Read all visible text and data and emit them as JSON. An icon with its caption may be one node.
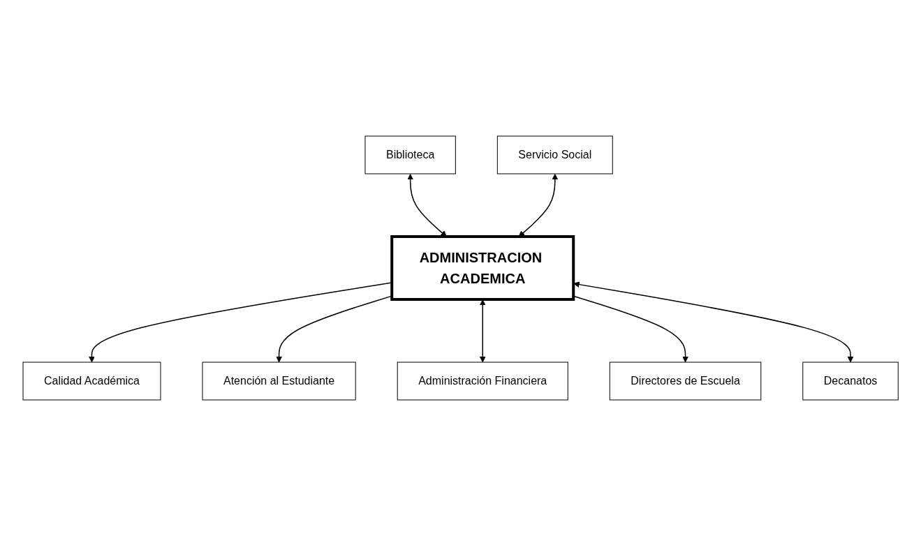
{
  "diagram": {
    "nodes": [
      {
        "text": [
          "Biblioteca"
        ]
      },
      {
        "text": [
          "Servicio Social"
        ]
      },
      {
        "text": [
          "Calidad Académica"
        ]
      },
      {
        "text": [
          "ADMINISTRACION ACADEMICA"
        ]
      },
      {
        "text": [
          "Atención al Estudiante"
        ]
      },
      {
        "text": [
          "Administración Financiera"
        ]
      },
      {
        "text": [
          "Directores de Escuela"
        ]
      },
      {
        "text": [
          "Decanatos"
        ]
      }
    ],
    "edges": [
      {
        "from": 0,
        "to": 3,
        "arrow": "both"
      },
      {
        "from": 1,
        "to": 3,
        "arrow": "both"
      },
      {
        "from": 3,
        "to": 2,
        "arrow": "to"
      },
      {
        "from": 3,
        "to": 4,
        "arrow": "to"
      },
      {
        "from": 3,
        "to": 5,
        "arrow": "both"
      },
      {
        "from": 3,
        "to": 6,
        "arrow": "to"
      },
      {
        "from": 3,
        "to": 7,
        "arrow": "both"
      }
    ]
  }
}
